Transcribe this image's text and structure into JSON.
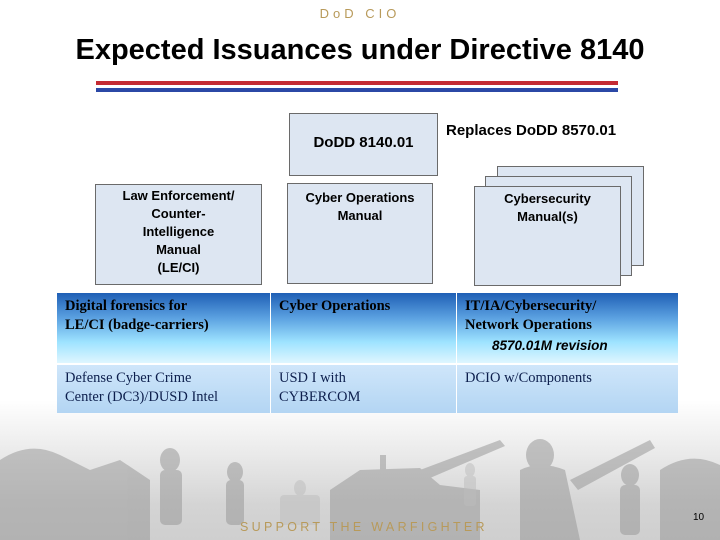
{
  "header": {
    "org": "DoD CIO"
  },
  "title": "Expected Issuances under Directive 8140",
  "diagram": {
    "directive_box": "DoDD 8140.01",
    "replaces_note": "Replaces DoDD 8570.01",
    "manuals": [
      {
        "lines": [
          "Law Enforcement/",
          "Counter-",
          "Intelligence",
          "Manual",
          "(LE/CI)"
        ]
      },
      {
        "lines": [
          "Cyber Operations",
          "Manual"
        ]
      },
      {
        "lines": [
          "Cybersecurity",
          "Manual(s)"
        ]
      }
    ]
  },
  "table": {
    "headers": [
      {
        "lines": [
          "Digital forensics for",
          "LE/CI (badge-carriers)"
        ]
      },
      {
        "lines": [
          "Cyber Operations"
        ]
      },
      {
        "lines": [
          "IT/IA/Cybersecurity/",
          "Network Operations"
        ],
        "note": "8570.01M  revision"
      }
    ],
    "rows": [
      [
        {
          "lines": [
            "Defense Cyber Crime",
            "Center (DC3)/DUSD Intel"
          ]
        },
        {
          "lines": [
            "USD I with",
            "CYBERCOM"
          ]
        },
        {
          "lines": [
            "DCIO w/Components"
          ]
        }
      ]
    ]
  },
  "footer": {
    "tagline": "SUPPORT THE WARFIGHTER",
    "page": "10"
  },
  "colors": {
    "gold": "#b89a5a",
    "rule_red": "#c42a33",
    "rule_blue": "#2b48a6",
    "box_fill": "#dde6f2"
  }
}
